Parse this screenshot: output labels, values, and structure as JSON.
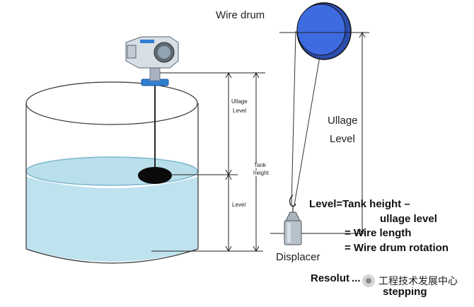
{
  "labels": {
    "wire_drum": "Wire drum",
    "ullage_level_right_1": "Ullage",
    "ullage_level_right_2": "Level",
    "ullage_small_1": "Ullage",
    "ullage_small_2": "Level",
    "tank_height_1": "Tank",
    "tank_height_2": "height",
    "level_small": "Level",
    "displacer": "Displacer"
  },
  "formula": {
    "line1": "Level=Tank height –",
    "line2": "ullage level",
    "line3": "= Wire length",
    "line4": "= Wire drum rotation",
    "resolution_line": "Resolut",
    "resolution_tail": "...",
    "stepping": "stepping"
  },
  "watermark": {
    "text": "工程技术发展中心"
  },
  "colors": {
    "liquid": "#bfe3ee",
    "liquid_edge": "#8fc5d6",
    "drum_fill": "#3e6be0",
    "drum_outline": "#1a1a1a",
    "gauge_body": "#cfd6de",
    "gauge_flange": "#2f7fd0",
    "float": "#0b0b0b"
  }
}
